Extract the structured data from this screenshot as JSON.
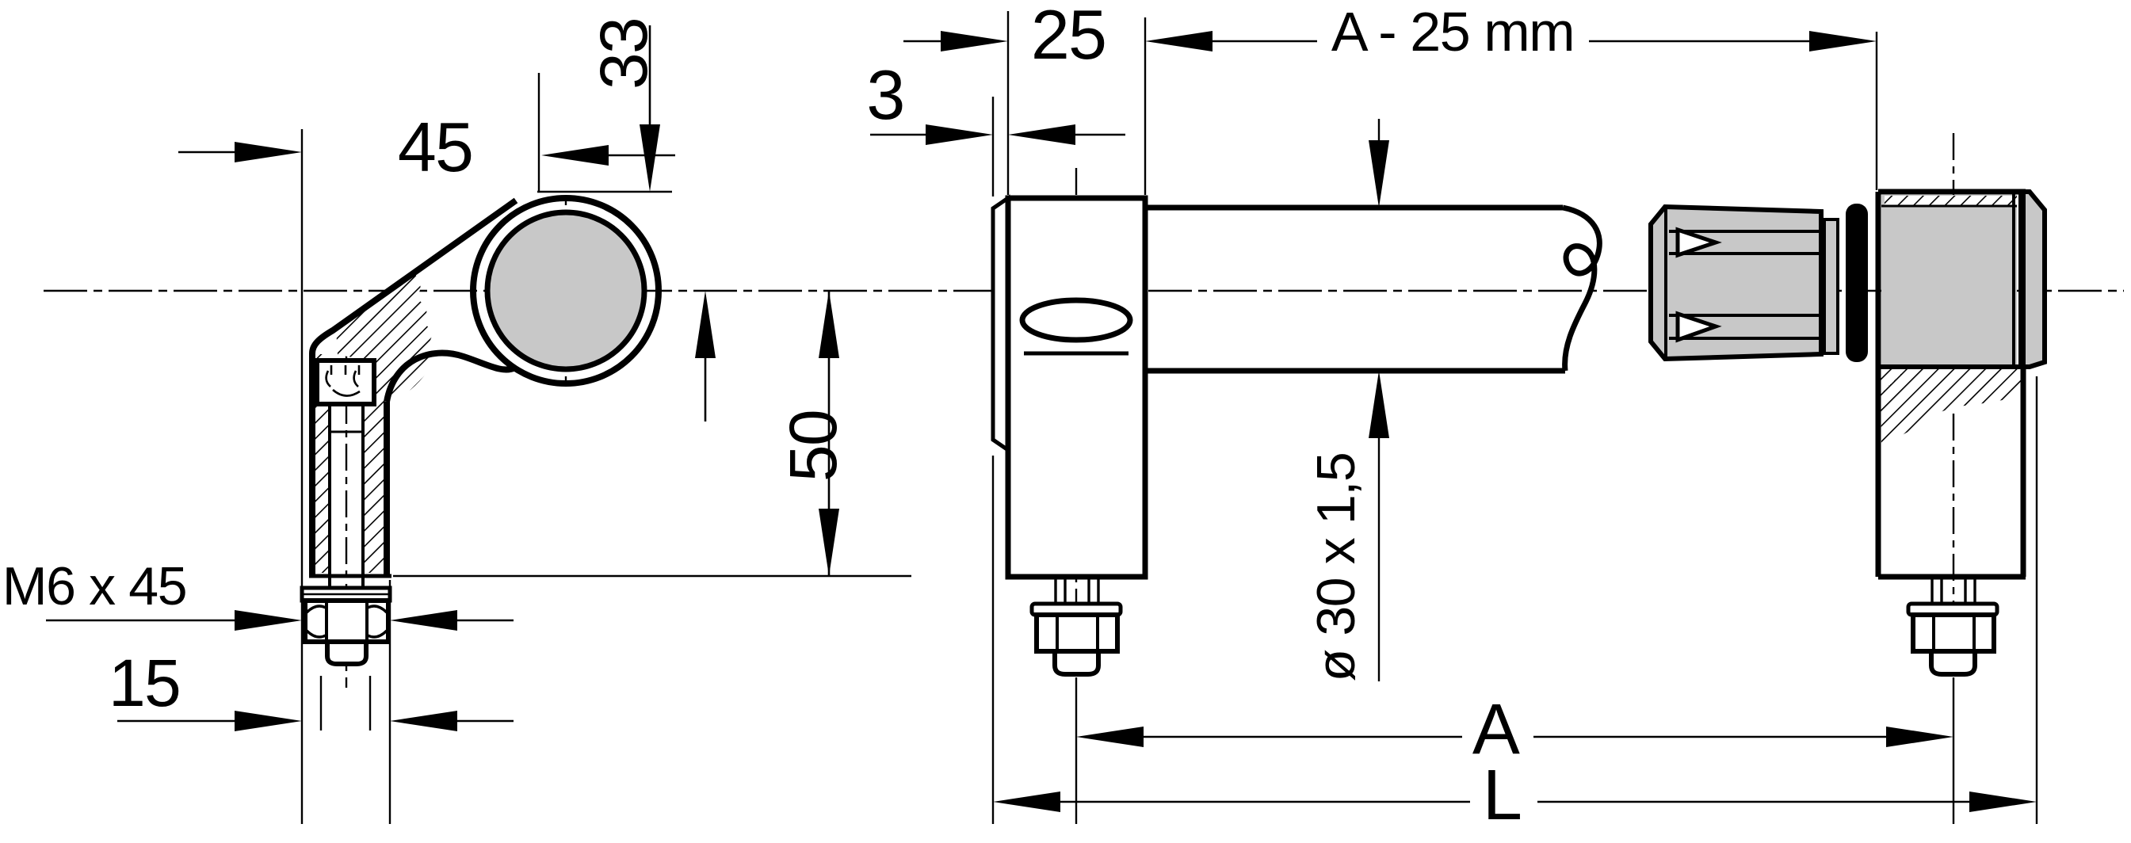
{
  "drawing": {
    "type": "technical-drawing",
    "subject": "tube handle with clamp end pieces, side view and front view",
    "colors": {
      "line": "#000000",
      "metal_fill": "#c8c8c8",
      "background": "#ffffff"
    },
    "views": {
      "left_view": "side view of cranked handle leg with tube cross-section and M6 bolt",
      "right_view": "front view of clamp block, tube ø30 and knurled connector end piece"
    }
  },
  "dims": {
    "d45": {
      "label": "45",
      "orientation": "horizontal",
      "meaning": "offset from leg to tube axis"
    },
    "d33": {
      "label": "33",
      "orientation": "vertical",
      "meaning": "height above tube axis"
    },
    "d50": {
      "label": "50",
      "orientation": "vertical",
      "meaning": "depth below tube axis"
    },
    "m6": {
      "label": "M6 x 45",
      "orientation": "horizontal",
      "meaning": "clamping bolt thread spec"
    },
    "d15": {
      "label": "15",
      "orientation": "horizontal",
      "meaning": "washer / nut width"
    },
    "d25": {
      "label": "25",
      "orientation": "horizontal",
      "meaning": "clamp block width"
    },
    "d3": {
      "label": "3",
      "orientation": "horizontal",
      "meaning": "lip thickness"
    },
    "a25mm": {
      "label": "A - 25 mm",
      "orientation": "horizontal",
      "meaning": "free tube length"
    },
    "dia": {
      "label": "ø 30 x 1,5",
      "orientation": "vertical",
      "meaning": "tube diameter x wall"
    },
    "A": {
      "label": "A",
      "orientation": "horizontal",
      "meaning": "axis to axis distance"
    },
    "L": {
      "label": "L",
      "orientation": "horizontal",
      "meaning": "overall length"
    }
  }
}
